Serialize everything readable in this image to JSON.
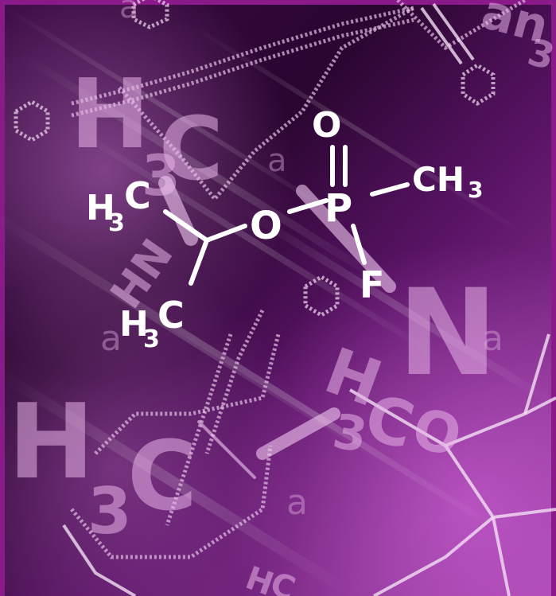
{
  "colors": {
    "frame": "#8a1a8a",
    "background_dark": "#2a0630",
    "background_mid": "#5a1466",
    "background_light": "#b04ab8",
    "bond": "#ffffff",
    "ghost_text": "#e8b3e8"
  },
  "molecule": {
    "oxygen_top": "O",
    "phosphorus": "P",
    "methyl_right": "CH",
    "methyl_right_sub": "3",
    "fluorine": "F",
    "ester_oxygen": "O",
    "methyl_upper_h": "H",
    "methyl_upper_sub": "3",
    "methyl_upper_c": "C",
    "methyl_lower_h": "H",
    "methyl_lower_sub": "3",
    "methyl_lower_c": "C"
  },
  "background_text": {
    "big_h_top": "H",
    "big_c_top": "C",
    "big_sub_top": "3",
    "big_n": "N",
    "mid_h": "H",
    "mid_sub": "3",
    "mid_c": "C",
    "mid_o": "O",
    "big_h_bottom": "H",
    "big_sub_bottom": "3",
    "big_c_bottom": "C",
    "hn": "HN",
    "a_top": "a",
    "a_mid": "a",
    "a_left": "a",
    "a_right": "a",
    "a_bottom": "a",
    "top_right_text": "an",
    "top_right_sub": "3",
    "bottom_h": "H",
    "bottom_c": "C"
  }
}
